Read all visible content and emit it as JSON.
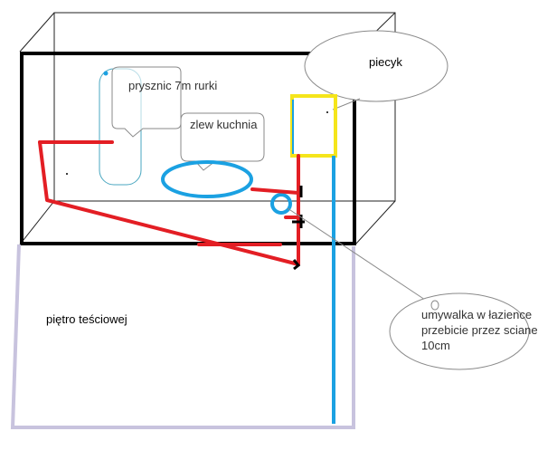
{
  "labels": {
    "shower": "prysznic 7m rurki",
    "kitchen_sink": "zlew kuchnia",
    "heater": "piecyk",
    "bathroom_sink_line1": "umywalka w łazience",
    "bathroom_sink_line2": "przebicie przez sciane",
    "bathroom_sink_line3": "10cm",
    "lower_floor": "piętro teściowej"
  },
  "colors": {
    "pipe_hot": "#e31e24",
    "pipe_cold": "#1ba1e2",
    "heater_frame": "#f5e51b",
    "lower_floor_outline": "#c8c3de",
    "room_outline": "#000000",
    "perspective_lines": "#222222",
    "callout_outline": "#8a8a8a",
    "shower_outline": "#4aa7c0"
  }
}
